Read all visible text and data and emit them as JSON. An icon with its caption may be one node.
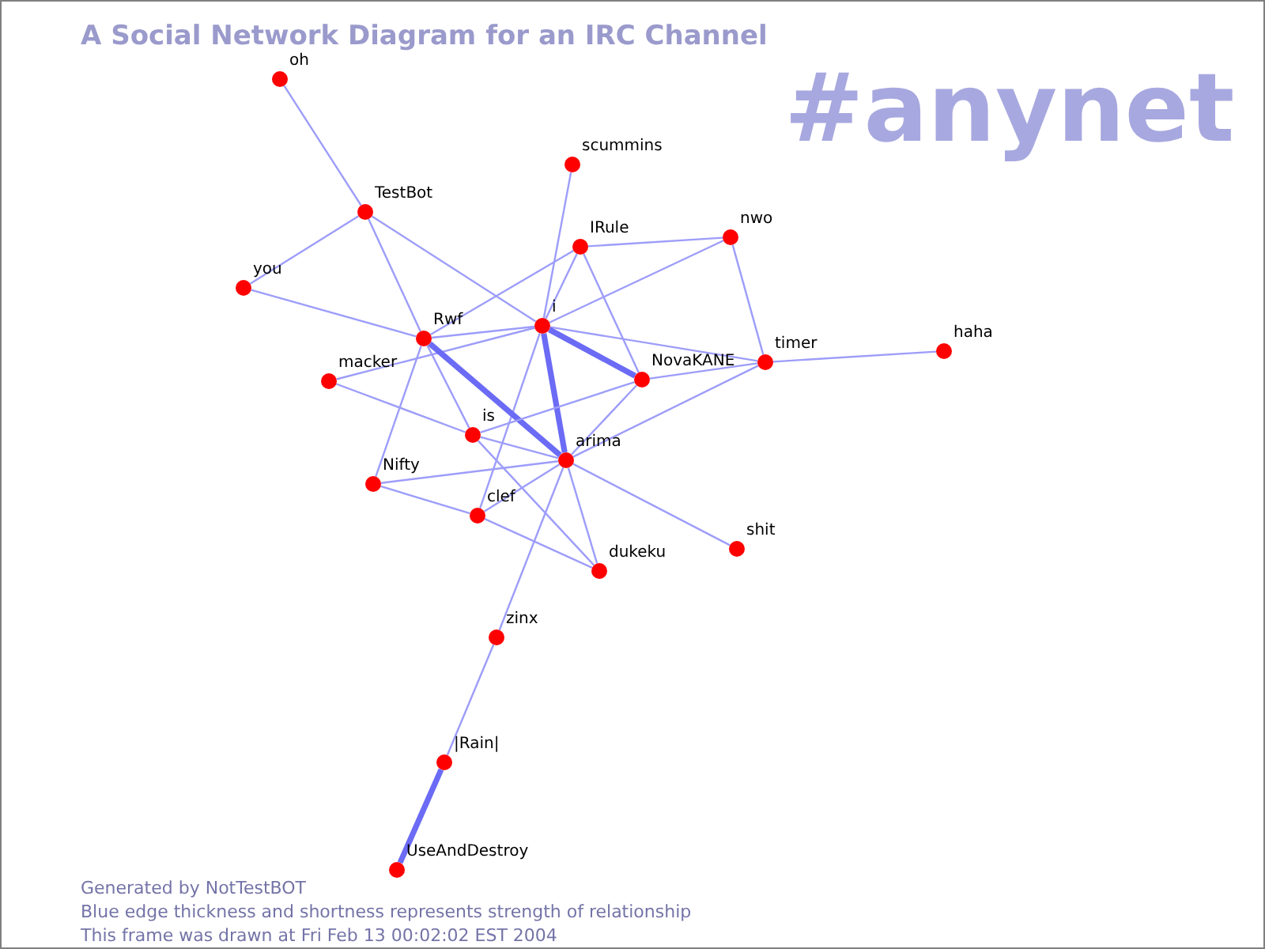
{
  "diagram": {
    "title": "A Social Network Diagram for an IRC Channel",
    "nodes": [
      {
        "text": [
          "oh"
        ]
      },
      {
        "text": [
          "scummins"
        ]
      },
      {
        "text": [
          "TestBot"
        ]
      },
      {
        "text": [
          "IRule"
        ]
      },
      {
        "text": [
          "nwo"
        ]
      },
      {
        "text": [
          "you"
        ]
      },
      {
        "text": [
          "i"
        ]
      },
      {
        "text": [
          "Rwf"
        ]
      },
      {
        "text": [
          "haha"
        ]
      },
      {
        "text": [
          "timer"
        ]
      },
      {
        "text": [
          "macker"
        ]
      },
      {
        "text": [
          "NovaKANE"
        ]
      },
      {
        "text": [
          "is"
        ]
      },
      {
        "text": [
          "arima"
        ]
      },
      {
        "text": [
          "Nifty"
        ]
      },
      {
        "text": [
          "clef"
        ]
      },
      {
        "text": [
          "shit"
        ]
      },
      {
        "text": [
          "dukeku"
        ]
      },
      {
        "text": [
          "zinx"
        ]
      },
      {
        "text": [
          "|Rain|"
        ]
      },
      {
        "text": [
          "UseAndDestroy"
        ]
      }
    ],
    "edges": [
      {
        "from": 0,
        "to": 2,
        "arrow": "none"
      },
      {
        "from": 2,
        "to": 5,
        "arrow": "none"
      },
      {
        "from": 2,
        "to": 7,
        "arrow": "none"
      },
      {
        "from": 2,
        "to": 6,
        "arrow": "none"
      },
      {
        "from": 5,
        "to": 7,
        "arrow": "none"
      },
      {
        "from": 1,
        "to": 6,
        "arrow": "none"
      },
      {
        "from": 3,
        "to": 7,
        "arrow": "none"
      },
      {
        "from": 3,
        "to": 6,
        "arrow": "none"
      },
      {
        "from": 3,
        "to": 4,
        "arrow": "none"
      },
      {
        "from": 3,
        "to": 11,
        "arrow": "none"
      },
      {
        "from": 4,
        "to": 6,
        "arrow": "none"
      },
      {
        "from": 4,
        "to": 9,
        "arrow": "none"
      },
      {
        "from": 6,
        "to": 7,
        "arrow": "none"
      },
      {
        "from": 6,
        "to": 9,
        "arrow": "none"
      },
      {
        "from": 6,
        "to": 11,
        "arrow": "none",
        "style": "thick"
      },
      {
        "from": 6,
        "to": 13,
        "arrow": "none",
        "style": "thick"
      },
      {
        "from": 6,
        "to": 10,
        "arrow": "none"
      },
      {
        "from": 6,
        "to": 15,
        "arrow": "none"
      },
      {
        "from": 7,
        "to": 13,
        "arrow": "none",
        "style": "thick"
      },
      {
        "from": 7,
        "to": 12,
        "arrow": "none"
      },
      {
        "from": 7,
        "to": 14,
        "arrow": "none"
      },
      {
        "from": 10,
        "to": 12,
        "arrow": "none"
      },
      {
        "from": 12,
        "to": 13,
        "arrow": "none"
      },
      {
        "from": 12,
        "to": 11,
        "arrow": "none"
      },
      {
        "from": 12,
        "to": 17,
        "arrow": "none"
      },
      {
        "from": 9,
        "to": 8,
        "arrow": "none"
      },
      {
        "from": 9,
        "to": 11,
        "arrow": "none"
      },
      {
        "from": 9,
        "to": 13,
        "arrow": "none"
      },
      {
        "from": 11,
        "to": 13,
        "arrow": "none"
      },
      {
        "from": 13,
        "to": 14,
        "arrow": "none"
      },
      {
        "from": 13,
        "to": 15,
        "arrow": "none"
      },
      {
        "from": 13,
        "to": 17,
        "arrow": "none"
      },
      {
        "from": 13,
        "to": 16,
        "arrow": "none"
      },
      {
        "from": 13,
        "to": 18,
        "arrow": "none"
      },
      {
        "from": 14,
        "to": 15,
        "arrow": "none"
      },
      {
        "from": 15,
        "to": 17,
        "arrow": "none"
      },
      {
        "from": 18,
        "to": 19,
        "arrow": "none"
      },
      {
        "from": 19,
        "to": 20,
        "arrow": "none",
        "style": "thick"
      }
    ],
    "labels": [
      "#anynet",
      "Generated by NotTestBOT",
      "Blue edge thickness and shortness represents strength of relationship",
      "This frame was drawn at Fri Feb 13 00:02:02 EST 2004"
    ]
  }
}
